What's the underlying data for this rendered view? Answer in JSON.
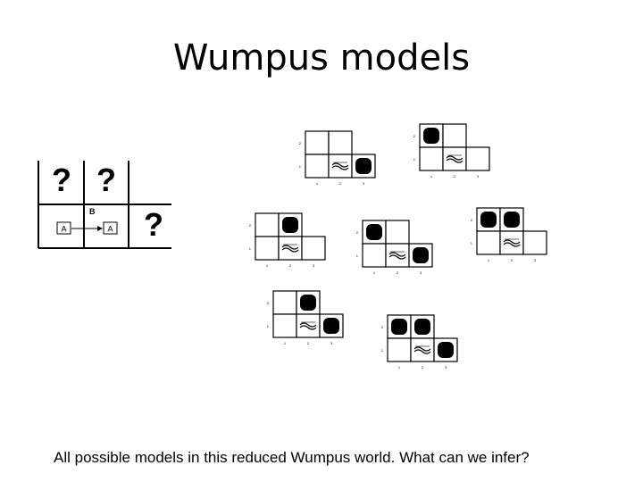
{
  "slide": {
    "title": "Wumpus models",
    "caption": "All possible models in this reduced Wumpus world.  What can we infer?"
  },
  "world_diagram": {
    "unknown_mark": "?",
    "breeze_label": "B",
    "agent_label": "A"
  },
  "model_grid": {
    "row_labels": [
      "2",
      "1"
    ],
    "col_labels": [
      "1",
      "2",
      "3"
    ],
    "breeze_icon": "breeze-icon",
    "pit_icon": "pit-icon"
  },
  "models": [
    {
      "pits": [
        "3,1"
      ]
    },
    {
      "pits": [
        "1,2"
      ]
    },
    {
      "pits": [
        "2,2"
      ]
    },
    {
      "pits": [
        "1,2",
        "3,1"
      ]
    },
    {
      "pits": [
        "1,2",
        "2,2"
      ]
    },
    {
      "pits": [
        "2,2",
        "3,1"
      ]
    },
    {
      "pits": [
        "1,2",
        "2,2",
        "3,1"
      ]
    }
  ],
  "colors": {
    "ink": "#000000",
    "background": "#ffffff"
  }
}
